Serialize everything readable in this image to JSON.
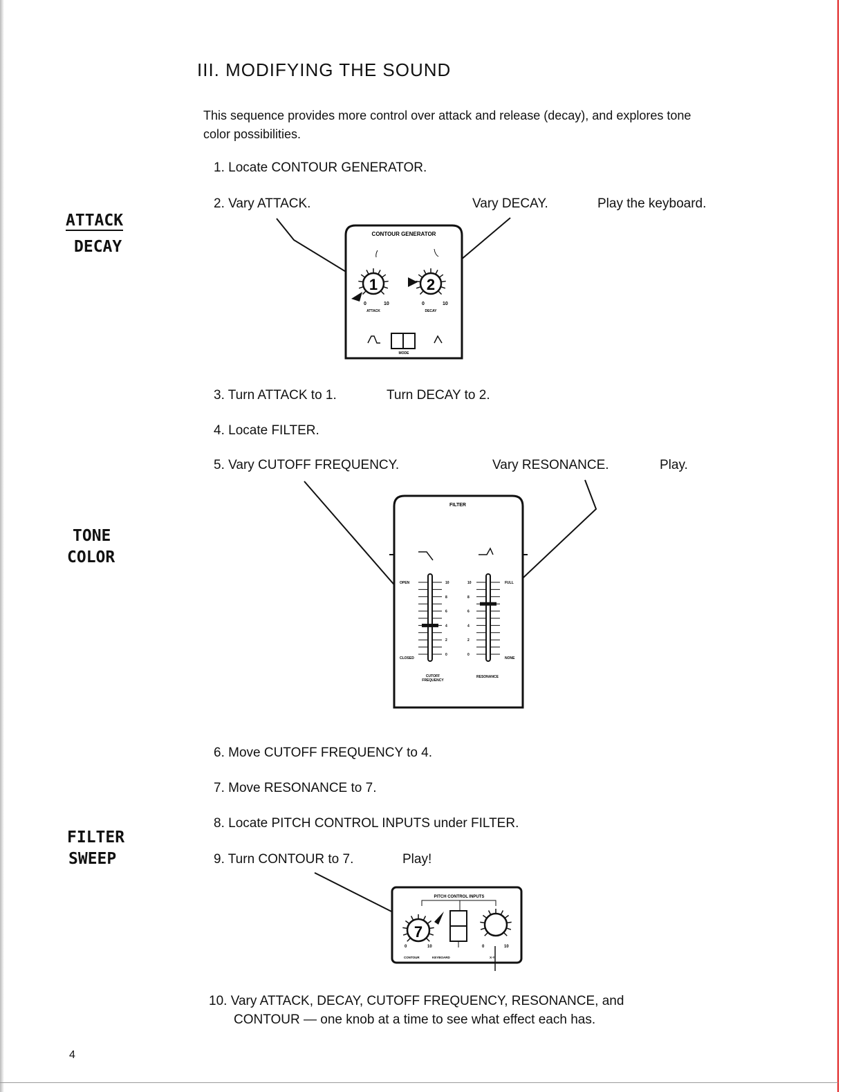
{
  "title": "III.  MODIFYING THE SOUND",
  "intro": "This sequence provides more control over attack and release (decay), and explores tone color possibilities.",
  "side_labels": {
    "attack": "ATTACK",
    "decay": "DECAY",
    "tone": "TONE",
    "color": "COLOR",
    "filter": "FILTER",
    "sweep": "SWEEP"
  },
  "steps": {
    "s1": "1.  Locate CONTOUR GENERATOR.",
    "s2a": "2.  Vary ATTACK.",
    "s2b": "Vary DECAY.",
    "s2c": "Play the keyboard.",
    "s3a": "3.  Turn ATTACK to 1.",
    "s3b": "Turn DECAY to 2.",
    "s4": "4.  Locate FILTER.",
    "s5a": "5.  Vary CUTOFF FREQUENCY.",
    "s5b": "Vary RESONANCE.",
    "s5c": "Play.",
    "s6": "6.  Move CUTOFF FREQUENCY to 4.",
    "s7": "7.  Move RESONANCE to 7.",
    "s8": "8.  Locate PITCH CONTROL INPUTS under FILTER.",
    "s9a": "9.  Turn CONTOUR to 7.",
    "s9b": "Play!",
    "s10a": "10.  Vary ATTACK, DECAY, CUTOFF FREQUENCY, RESONANCE, and",
    "s10b": "CONTOUR — one knob at a time to see what effect each has."
  },
  "contour_panel": {
    "title": "CONTOUR GENERATOR",
    "attack_label": "ATTACK",
    "decay_label": "DECAY",
    "mode_label": "MODE",
    "attack_value": "1",
    "decay_value": "2",
    "min": "0",
    "max": "10"
  },
  "filter_panel": {
    "title": "FILTER",
    "open": "OPEN",
    "closed": "CLOSED",
    "full": "FULL",
    "none": "NONE",
    "cutoff_label_1": "CUTOFF",
    "cutoff_label_2": "FREQUENCY",
    "resonance_label": "RESONANCE",
    "scale": [
      "10",
      "8",
      "6",
      "4",
      "2",
      "0"
    ],
    "cutoff_value": 4,
    "resonance_value": 7
  },
  "pitch_panel": {
    "title": "PITCH CONTROL INPUTS",
    "contour_label": "CONTOUR",
    "keyboard_label": "KEYBOARD",
    "xy_label": "X-Y",
    "contour_value": "7",
    "min": "0",
    "max": "10"
  },
  "page_number": "4"
}
